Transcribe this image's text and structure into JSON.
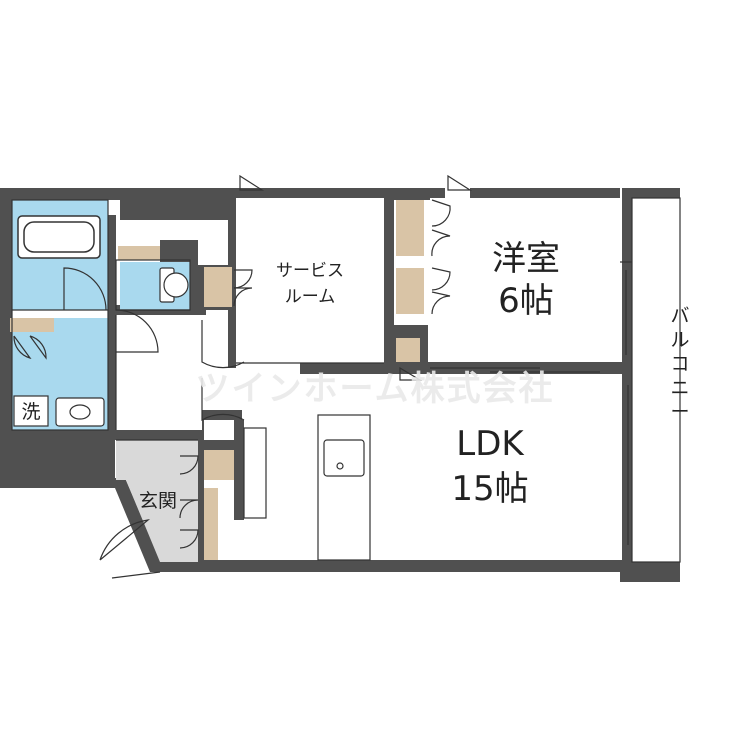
{
  "floor_plan": {
    "rooms": {
      "service_room": {
        "line1": "サービス",
        "line2": "ルーム"
      },
      "western_room": {
        "name": "洋室",
        "size": "6帖"
      },
      "ldk": {
        "name": "LDK",
        "size": "15帖"
      },
      "balcony": {
        "name": "バルコニー"
      },
      "entrance": {
        "name": "玄関"
      },
      "laundry": {
        "mark": "洗"
      }
    },
    "watermark": "ツインホーム株式会社",
    "colors": {
      "wall": "#505050",
      "wet_area": "#a9d9ee",
      "storage": "#d9c4a6",
      "entrance_floor": "#d9d9d9",
      "line": "#333333"
    }
  }
}
